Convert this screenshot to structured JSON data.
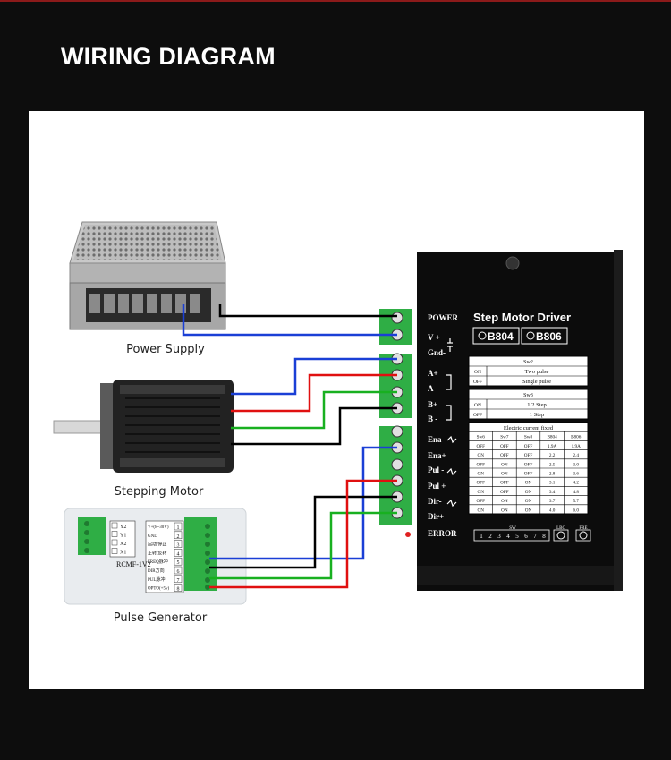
{
  "heading": "WIRING DIAGRAM",
  "components": {
    "power_supply": "Power Supply",
    "stepping_motor": "Stepping Motor",
    "pulse_generator": "Pulse Generator"
  },
  "driver": {
    "title": "Step Motor Driver",
    "models": [
      "B804",
      "B806"
    ],
    "terminals": {
      "power": "POWER",
      "v_plus": "V +",
      "gnd": "Gnd-",
      "a_plus": "A+",
      "a_minus": "A -",
      "b_plus": "B+",
      "b_minus": "B -",
      "ena_minus": "Ena-",
      "ena_plus": "Ena+",
      "pul_minus": "Pul -",
      "pul_plus": "Pul +",
      "dir_minus": "Dir-",
      "dir_plus": "Dir+",
      "error": "ERROR"
    },
    "sw2_table": {
      "header": "Sw2",
      "rows": [
        [
          "ON",
          "Two pulse"
        ],
        [
          "OFF",
          "Single pulse"
        ]
      ]
    },
    "sw3_table": {
      "header": "Sw3",
      "rows": [
        [
          "ON",
          "1/2 Step"
        ],
        [
          "OFF",
          "1 Step"
        ]
      ]
    },
    "current_table": {
      "header": "Electric current fixed",
      "columns": [
        "Sw6",
        "Sw7",
        "Sw8",
        "B804",
        "B806"
      ],
      "rows": [
        [
          "OFF",
          "OFF",
          "OFF",
          "1.9A",
          "1.9A"
        ],
        [
          "ON",
          "OFF",
          "OFF",
          "2.2",
          "2.4"
        ],
        [
          "OFF",
          "ON",
          "OFF",
          "2.5",
          "3.0"
        ],
        [
          "ON",
          "ON",
          "OFF",
          "2.8",
          "3.6"
        ],
        [
          "OFF",
          "OFF",
          "ON",
          "3.1",
          "4.2"
        ],
        [
          "ON",
          "OFF",
          "ON",
          "3.4",
          "4.8"
        ],
        [
          "OFF",
          "ON",
          "ON",
          "3.7",
          "5.7"
        ],
        [
          "ON",
          "ON",
          "ON",
          "4.0",
          "6.0"
        ]
      ]
    },
    "dip": {
      "label": "SW",
      "numbers": [
        "1",
        "2",
        "3",
        "4",
        "5",
        "6",
        "7",
        "8"
      ],
      "lbc": "LBC",
      "fre": "FRE"
    }
  },
  "pulse_gen_board": {
    "model": "RCMF-1V2",
    "left_labels": [
      "Y2",
      "Y1",
      "X2",
      "X1"
    ],
    "right_labels": [
      "V+(8~30V)",
      "GND",
      "启动/停止",
      "正转/反转",
      "FREQ脉冲",
      "DIR方向",
      "PUL脉冲",
      "OPTO(+5v)"
    ],
    "right_numbers": [
      "1",
      "2",
      "3",
      "4",
      "5",
      "6",
      "7",
      "8"
    ]
  },
  "wire_colors": {
    "black": "#000000",
    "blue": "#1a3fd6",
    "red": "#e01010",
    "green": "#18b020"
  }
}
